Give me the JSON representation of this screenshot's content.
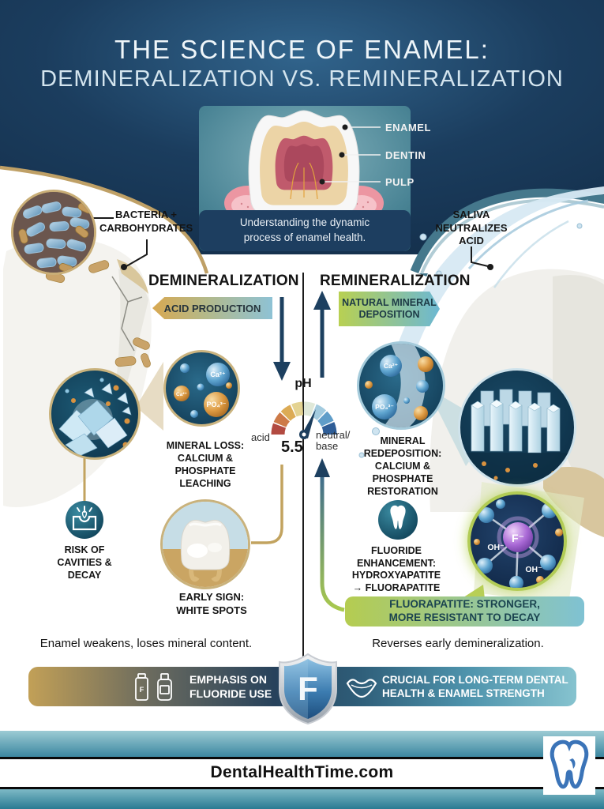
{
  "header": {
    "title_line1": "THE SCIENCE OF ENAMEL:",
    "title_line2": "DEMINERALIZATION VS. REMINERALIZATION"
  },
  "anatomy": {
    "enamel": "ENAMEL",
    "dentin": "DENTIN",
    "pulp": "PULP",
    "caption": "Understanding the dynamic\nprocess of enamel health."
  },
  "left_column": {
    "callout": "BACTERIA +\nCARBOHYDRATES",
    "heading": "DEMINERALIZATION",
    "badge": "ACID PRODUCTION",
    "mineral_loss": "MINERAL LOSS:\nCALCIUM &\nPHOSPHATE\nLEACHING",
    "risk": "RISK OF\nCAVITIES &\nDECAY",
    "early_sign": "EARLY SIGN:\nWHITE SPOTS",
    "summary": "Enamel weakens, loses mineral content."
  },
  "right_column": {
    "callout": "SALIVA\nNEUTRALIZES\nACID",
    "heading": "REMINERALIZATION",
    "badge": "NATURAL MINERAL\nDEPOSITION",
    "mineral_redeposition": "MINERAL\nREDEPOSITION:\nCALCIUM &\nPHOSPHATE\nRESTORATION",
    "fluoride": "FLUORIDE\nENHANCEMENT:\nHYDROXYAPATITE\n→ FLUORAPATITE",
    "fluorapatite_banner": "FLUORAPATITE: STRONGER,\nMORE RESISTANT TO DECAY",
    "summary": "Reverses early demineralization."
  },
  "ph_gauge": {
    "title": "pH",
    "value": "5.5",
    "left_label": "acid",
    "right_label": "neutral/\nbase"
  },
  "ions": {
    "calcium": "Ca²⁺",
    "phosphate": "PO₄³⁻",
    "fluoride": "F⁻",
    "hydroxide": "OH⁻"
  },
  "bottom_bar": {
    "left": "EMPHASIS ON\nFLUORIDE USE",
    "tube_letter": "F",
    "shield_letter": "F",
    "right": "CRUCIAL FOR LONG-TERM DENTAL\nHEALTH & ENAMEL STRENGTH"
  },
  "footer": {
    "site": "DentalHealthTime.com"
  },
  "colors": {
    "navy": "#16334f",
    "accent_gold": "#bfa066",
    "teal_band": "#4b7e93",
    "badge_acid_start": "#d8a851",
    "badge_acid_end": "#8ec2d5",
    "badge_green_start": "#b8d052",
    "badge_green_end": "#6cb8d3",
    "arrow_navy": "#1d4060"
  }
}
